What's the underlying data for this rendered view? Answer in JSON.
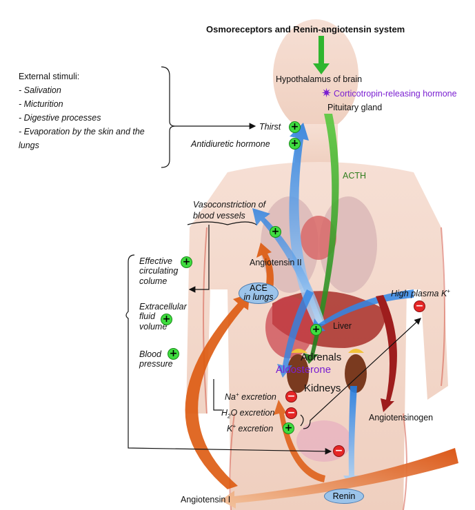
{
  "title": "Osmoreceptors and Renin-angiotensin system",
  "external_stimuli": {
    "heading": "External stimuli:",
    "items": [
      "- Salivation",
      "- Micturition",
      "- Digestive processes",
      "- Evaporation by the skin and the",
      "lungs"
    ]
  },
  "brain": {
    "hypothalamus": "Hypothalamus of brain",
    "crh": "Corticotropin-releasing hormone",
    "pituitary": "Pituitary gland"
  },
  "effects_top": {
    "thirst": "Thirst",
    "adh": "Antidiuretic hormone"
  },
  "acth": "ACTH",
  "vaso": {
    "line1": "Vasoconstriction of",
    "line2": "blood vessels"
  },
  "angiotensin_ii": "Angiotensin II",
  "ace": {
    "line1": "ACE",
    "line2": "in lungs"
  },
  "volume_effects": {
    "ecv": [
      "Effective",
      "circulating",
      "colume"
    ],
    "ecf": [
      "Extracellular",
      "fluid",
      "volume"
    ],
    "bp": [
      "Blood",
      "pressure"
    ]
  },
  "high_k": {
    "text": "High plasma K",
    "sup": "+"
  },
  "liver": "Liver",
  "adrenals": "Adrenals",
  "aldosterone": "Aldosterone",
  "kidneys": "Kidneys",
  "excretion": {
    "na": {
      "ion": "Na",
      "sup": "+",
      "rest": " excretion"
    },
    "h2o": {
      "ion": "H",
      "sub": "2",
      "rest": "O excretion"
    },
    "k": {
      "ion": "K",
      "sup": "+",
      "rest": " excretion"
    }
  },
  "angiotensinogen": "Angiotensinogen",
  "renin": "Renin",
  "angiotensin_i": "Angiotensin I",
  "colors": {
    "green_arrow": "#2fb52f",
    "blue_arrow": "#2f86e6",
    "orange_arrow": "#dd5a10",
    "dark_red_arrow": "#9e1d1d",
    "purple_text": "#7a1fd1",
    "plus_badge": "#3fdc3f",
    "minus_badge": "#e52626",
    "oval_fill": "#9cc4ea",
    "body_skin": "#f0d2c4"
  }
}
